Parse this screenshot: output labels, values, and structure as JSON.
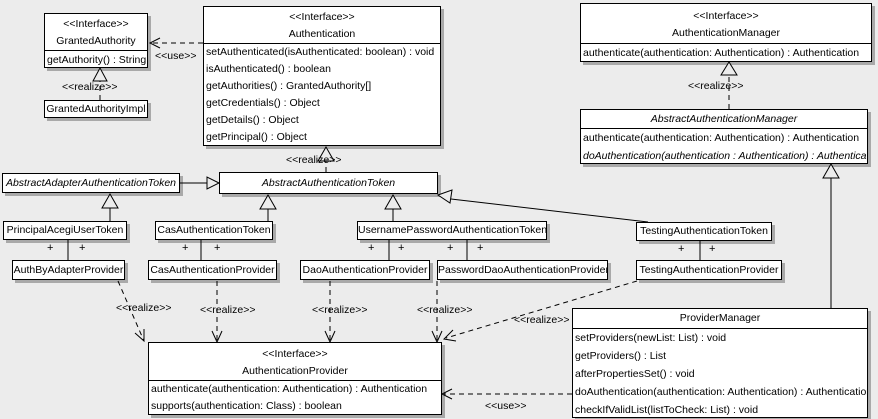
{
  "labels": {
    "use": "<<use>>",
    "realize": "<<realize>>",
    "plus": "+"
  },
  "colors": {
    "background": "#ececec",
    "box_fill": "#ffffff",
    "line": "#000000",
    "shadow": "#a9a9a9"
  },
  "classes": {
    "granted_authority": {
      "stereotype": "<<Interface>>",
      "name": "GrantedAuthority",
      "methods": [
        "getAuthority() : String"
      ]
    },
    "granted_authority_impl": {
      "name": "GrantedAuthorityImpl"
    },
    "authentication": {
      "stereotype": "<<Interface>>",
      "name": "Authentication",
      "methods": [
        "setAuthenticated(isAuthenticated: boolean) : void",
        "isAuthenticated() : boolean",
        "getAuthorities() : GrantedAuthority[]",
        "getCredentials() : Object",
        "getDetails() : Object",
        "getPrincipal() : Object"
      ]
    },
    "authentication_manager": {
      "stereotype": "<<Interface>>",
      "name": "AuthenticationManager",
      "methods": [
        "authenticate(authentication: Authentication) : Authentication"
      ]
    },
    "abstract_authentication_manager": {
      "name": "AbstractAuthenticationManager",
      "methods": [
        "authenticate(authentication: Authentication) : Authentication",
        "doAuthentication(authentication : Authentication) : Authentication"
      ]
    },
    "abstract_adapter_authentication_token": {
      "name": "AbstractAdapterAuthenticationToken"
    },
    "abstract_authentication_token": {
      "name": "AbstractAuthenticationToken"
    },
    "principal_acegi_user_token": {
      "name": "PrincipalAcegiUserToken"
    },
    "cas_authentication_token": {
      "name": "CasAuthenticationToken"
    },
    "username_password_authentication_token": {
      "name": "UsernamePasswordAuthenticationToken"
    },
    "testing_authentication_token": {
      "name": "TestingAuthenticationToken"
    },
    "auth_by_adapter_provider": {
      "name": "AuthByAdapterProvider"
    },
    "cas_authentication_provider": {
      "name": "CasAuthenticationProvider"
    },
    "dao_authentication_provider": {
      "name": "DaoAuthenticationProvider"
    },
    "password_dao_authentication_provider": {
      "name": "PasswordDaoAuthenticationProvider"
    },
    "testing_authentication_provider": {
      "name": "TestingAuthenticationProvider"
    },
    "authentication_provider": {
      "stereotype": "<<Interface>>",
      "name": "AuthenticationProvider",
      "methods": [
        "authenticate(authentication: Authentication) : Authentication",
        "supports(authentication: Class) : boolean"
      ]
    },
    "provider_manager": {
      "name": "ProviderManager",
      "methods": [
        "setProviders(newList: List) : void",
        "getProviders() : List",
        "afterPropertiesSet() : void",
        "doAuthentication(authentication: Authentication) : Authentication",
        "checkIfValidList(listToCheck: List) : void"
      ]
    }
  }
}
